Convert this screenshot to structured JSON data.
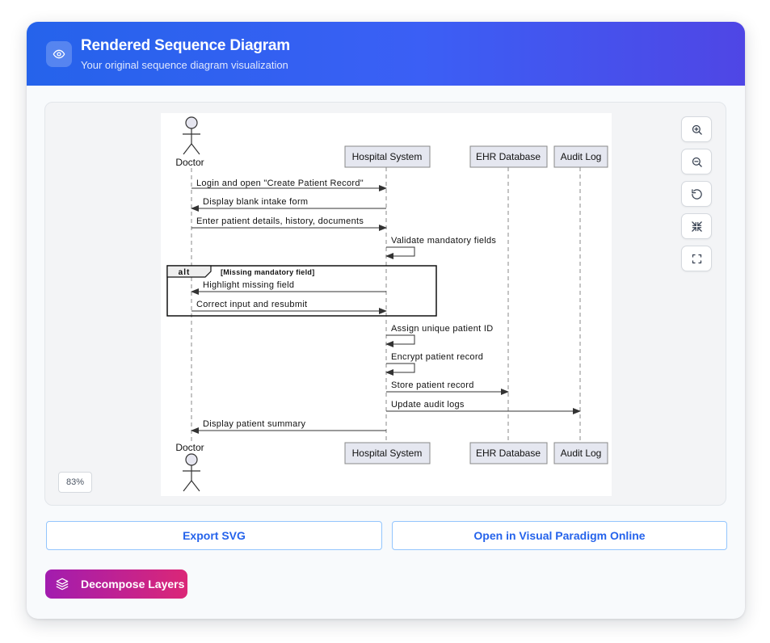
{
  "header": {
    "title": "Rendered Sequence Diagram",
    "subtitle": "Your original sequence diagram visualization",
    "icon": "eye-icon"
  },
  "toolbar": {
    "buttons": [
      {
        "name": "zoom-in-button",
        "icon": "zoom-in-icon"
      },
      {
        "name": "zoom-out-button",
        "icon": "zoom-out-icon"
      },
      {
        "name": "reset-view-button",
        "icon": "rotate-ccw-icon"
      },
      {
        "name": "fit-to-screen-button",
        "icon": "minimize-arrows-icon"
      },
      {
        "name": "fullscreen-button",
        "icon": "fullscreen-icon"
      }
    ],
    "zoom_level": "83%"
  },
  "diagram": {
    "participants": {
      "doctor": "Doctor",
      "hospital": "Hospital System",
      "ehr": "EHR Database",
      "audit": "Audit Log"
    },
    "messages": {
      "m1": "Login and open \"Create Patient Record\"",
      "m2": "Display blank intake form",
      "m3": "Enter patient details, history, documents",
      "m4": "Validate mandatory fields",
      "m5": "Highlight missing field",
      "m6": "Correct input and resubmit",
      "m7": "Assign unique patient ID",
      "m8": "Encrypt patient record",
      "m9": "Store patient record",
      "m10": "Update audit logs",
      "m11": "Display patient summary"
    },
    "fragment": {
      "operator": "alt",
      "guard": "[Missing mandatory field]"
    }
  },
  "actions": {
    "export_svg": "Export SVG",
    "open_vp": "Open in Visual Paradigm Online",
    "decompose": "Decompose Layers"
  },
  "colors": {
    "header_gradient": [
      "#2563eb",
      "#4f46e5"
    ],
    "accent": "#2563eb",
    "decompose_gradient": [
      "#a21caf",
      "#db2777"
    ],
    "participant_fill": "#e5e7f0"
  }
}
